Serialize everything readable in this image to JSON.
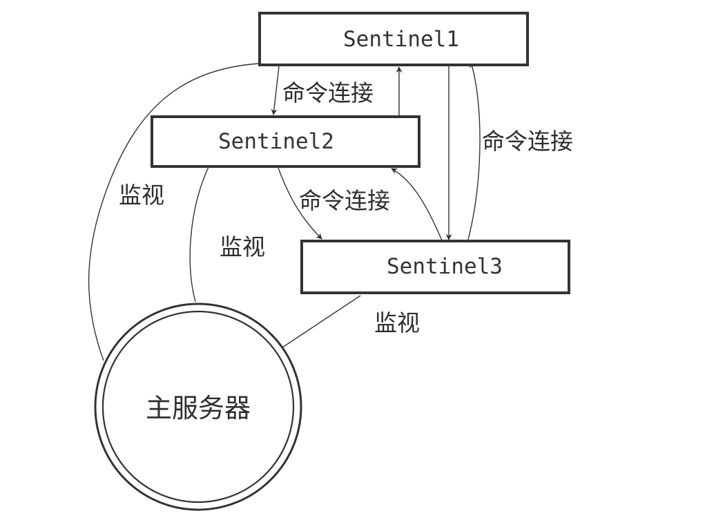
{
  "diagram": {
    "nodes": {
      "sentinel1": "Sentinel1",
      "sentinel2": "Sentinel2",
      "sentinel3": "Sentinel3",
      "master": "主服务器"
    },
    "edges": {
      "cmd_s1_s2": "命令连接",
      "cmd_s1_s3": "命令连接",
      "cmd_s2_s3": "命令连接",
      "monitor_s1": "监视",
      "monitor_s2": "监视",
      "monitor_s3": "监视"
    },
    "colors": {
      "stroke": "#333333",
      "text": "#2e2e2e",
      "background": "#ffffff"
    }
  }
}
